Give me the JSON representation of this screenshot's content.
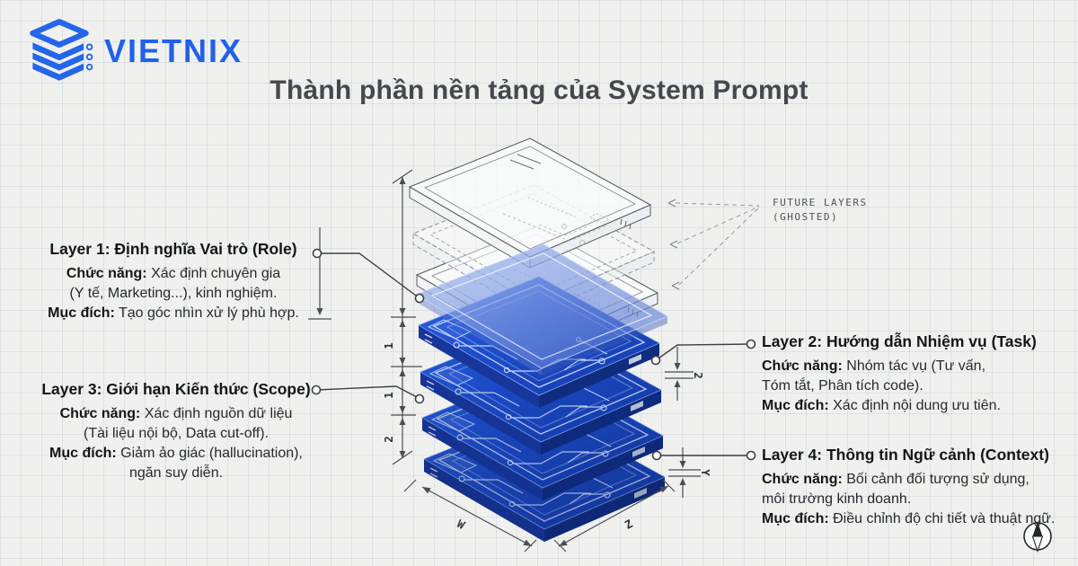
{
  "brand": {
    "name": "VIETNIX"
  },
  "title": "Thành phần nền tảng của System Prompt",
  "diagram": {
    "future_layers": {
      "line1": "FUTURE LAYERS",
      "line2": "(GHOSTED)"
    },
    "dimension_labels": {
      "left_gap_1": "1",
      "left_gap_2": "1",
      "left_gap_3": "2",
      "right_gap": "2",
      "right_thickness": "Y",
      "width": "W",
      "depth": "Z"
    }
  },
  "annotations": {
    "layer1": {
      "heading": "Layer 1: Định nghĩa Vai trò (Role)",
      "body": [
        {
          "b": "Chức năng:",
          "t": " Xác định chuyên gia"
        },
        {
          "b": "",
          "t": "(Y tế, Marketing...), kinh nghiệm."
        },
        {
          "b": "Mục đích:",
          "t": " Tạo góc nhìn xử lý phù hợp."
        }
      ]
    },
    "layer2": {
      "heading": "Layer 2: Hướng dẫn Nhiệm vụ (Task)",
      "body": [
        {
          "b": "Chức năng:",
          "t": " Nhóm tác vụ (Tư vấn,"
        },
        {
          "b": "",
          "t": "Tóm tắt, Phân tích code)."
        },
        {
          "b": "Mục đích:",
          "t": " Xác định nội dung ưu tiên."
        }
      ]
    },
    "layer3": {
      "heading": "Layer 3: Giới hạn Kiến thức (Scope)",
      "body": [
        {
          "b": "Chức năng:",
          "t": " Xác định nguồn dữ liệu"
        },
        {
          "b": "",
          "t": "(Tài liệu nội bộ, Data cut-off)."
        },
        {
          "b": "Mục đích:",
          "t": " Giảm ảo giác (hallucination),"
        },
        {
          "b": "",
          "t": "ngăn suy diễn."
        }
      ]
    },
    "layer4": {
      "heading": "Layer 4: Thông tin Ngữ cảnh (Context)",
      "body": [
        {
          "b": "Chức năng:",
          "t": " Bối cảnh đối tượng sử dụng,"
        },
        {
          "b": "",
          "t": "môi trường kinh doanh."
        },
        {
          "b": "Mục đích:",
          "t": " Điều chỉnh độ chi tiết và thuật ngữ."
        }
      ]
    }
  }
}
